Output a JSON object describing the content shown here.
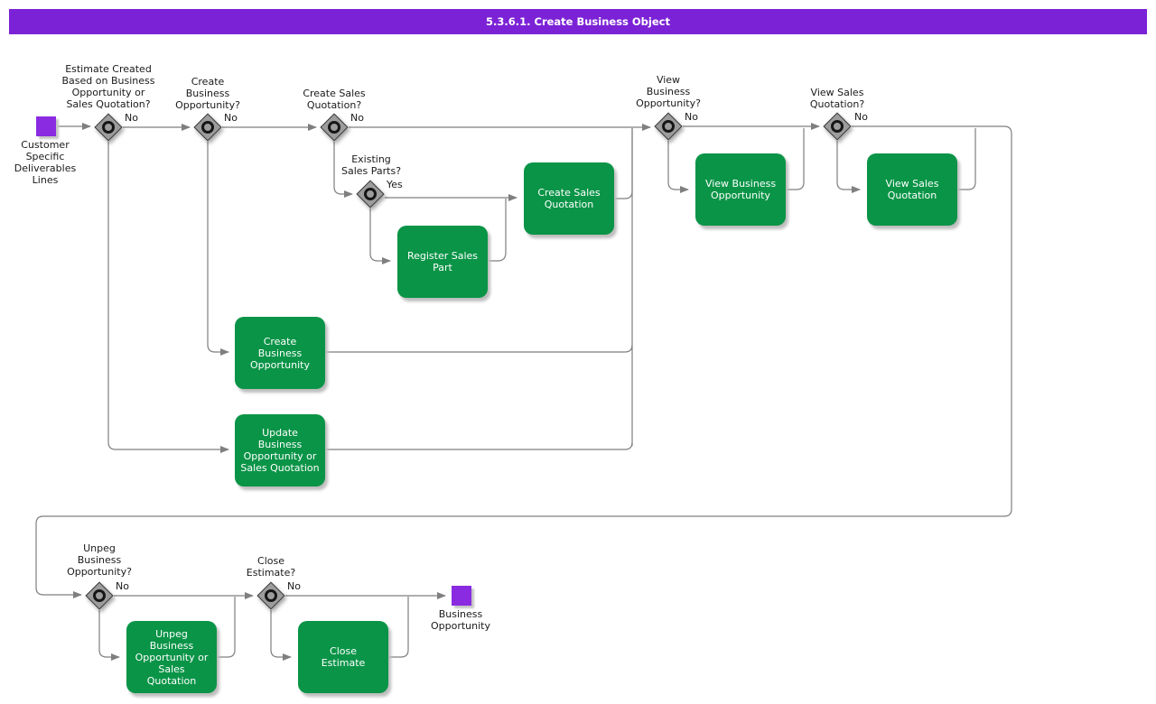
{
  "header": {
    "title": "5.3.6.1. Create Business Object"
  },
  "colors": {
    "header_bg": "#7b22d6",
    "activity_green": "#0a9447",
    "event_purple": "#8a2be2",
    "connector_gray": "#7f7f7f",
    "diamond_gray": "#9c9c9c"
  },
  "events": {
    "start": {
      "label": "Customer\nSpecific\nDeliverables\nLines"
    },
    "end": {
      "label": "Business\nOpportunity"
    }
  },
  "decisions": [
    {
      "question": "Estimate Created\nBased on Business\nOpportunity or\nSales Quotation?",
      "branch": "No"
    },
    {
      "question": "Create\nBusiness\nOpportunity?",
      "branch": "No"
    },
    {
      "question": "Create Sales\nQuotation?",
      "branch": "No"
    },
    {
      "question": "Existing\nSales Parts?",
      "branch": "Yes"
    },
    {
      "question": "View\nBusiness\nOpportunity?",
      "branch": "No"
    },
    {
      "question": "View Sales\nQuotation?",
      "branch": "No"
    },
    {
      "question": "Unpeg\nBusiness\nOpportunity?",
      "branch": "No"
    },
    {
      "question": "Close\nEstimate?",
      "branch": "No"
    }
  ],
  "activities": [
    {
      "label": "Create Sales\nQuotation"
    },
    {
      "label": "Register Sales\nPart"
    },
    {
      "label": "Create\nBusiness\nOpportunity"
    },
    {
      "label": "Update\nBusiness\nOpportunity or\nSales Quotation"
    },
    {
      "label": "View Business\nOpportunity"
    },
    {
      "label": "View Sales\nQuotation"
    },
    {
      "label": "Unpeg\nBusiness\nOpportunity or\nSales\nQuotation"
    },
    {
      "label": "Close\nEstimate"
    }
  ]
}
